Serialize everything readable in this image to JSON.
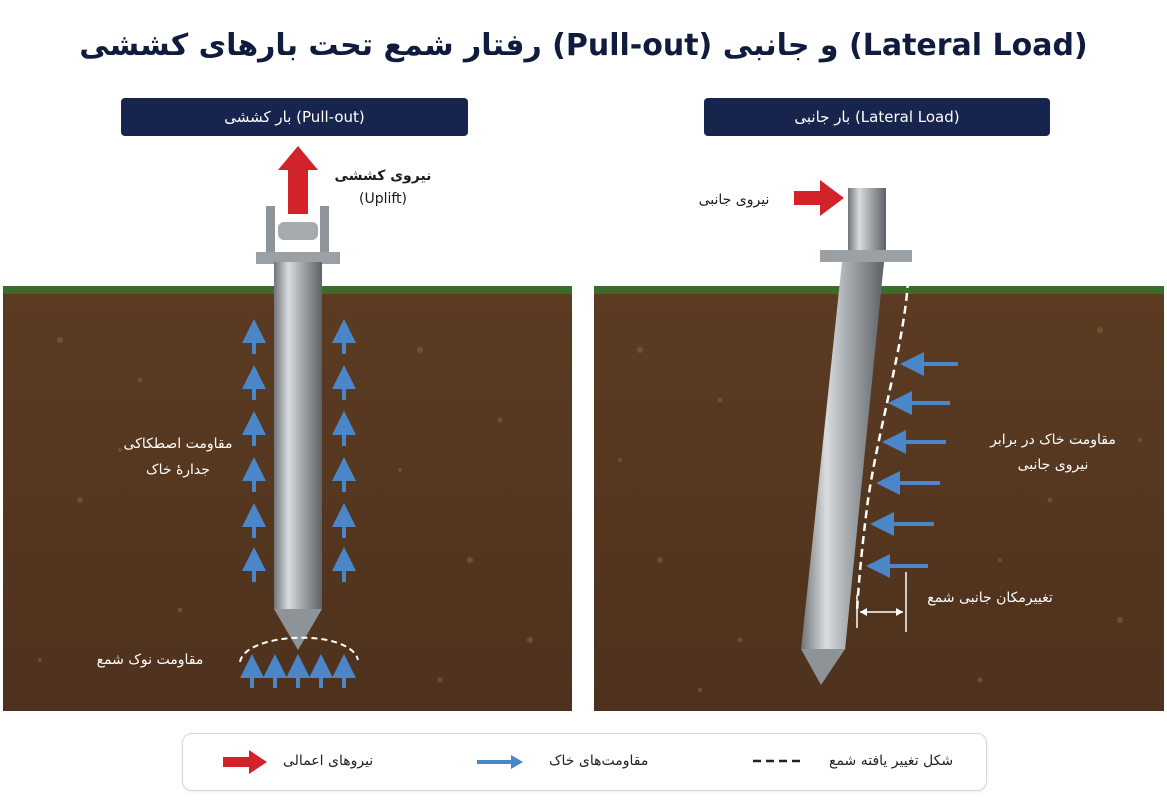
{
  "title": "رفتار شمع تحت بارهای کششی (Pull-out) و جانبی (Lateral Load)",
  "colors": {
    "header_bg": "#17244d",
    "applied_force": "#d2232a",
    "soil_resistance": "#4a86c8",
    "soil": "#5a3a22",
    "grass": "#3f6b2a"
  },
  "left_panel": {
    "header": "بار کششی (Pull-out)",
    "force_label": "نیروی کششی",
    "force_sublabel": "(Uplift)",
    "skin_label_line1": "مقاومت اصطکاکی",
    "skin_label_line2": "جدارهٔ خاک",
    "tip_label": "مقاومت نوک شمع"
  },
  "right_panel": {
    "header": "بار جانبی (Lateral Load)",
    "force_label": "نیروی جانبی",
    "resistance_label_line1": "مقاومت خاک در برابر",
    "resistance_label_line2": "نیروی جانبی",
    "deflection_label": "تغییرمکان جانبی شمع"
  },
  "legend": {
    "applied_forces": "نیروهای اعمالی",
    "soil_resistances": "مقاومت‌های خاک",
    "deformed_shape": "شکل تغییر یافته شمع"
  }
}
